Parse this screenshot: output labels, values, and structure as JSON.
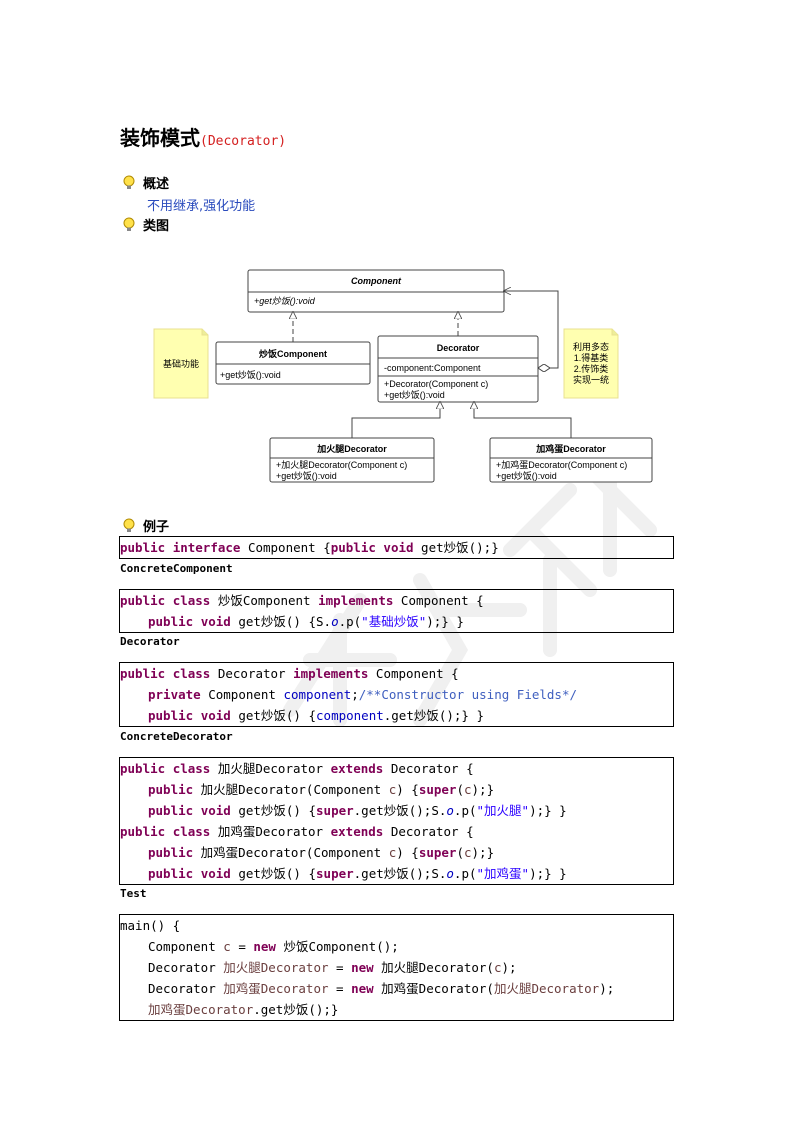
{
  "title": {
    "main": "装饰模式",
    "sub": "(Decorator)"
  },
  "sections": {
    "overview": "概述",
    "overview_text": "不用继承,强化功能",
    "class_diagram": "类图",
    "example": "例子"
  },
  "diagram": {
    "component": {
      "name": "Component",
      "method": "+get炒饭():void"
    },
    "concrete": {
      "name": "炒饭Component",
      "method": "+get炒饭():void"
    },
    "decorator": {
      "name": "Decorator",
      "field": "-component:Component",
      "ctor": "+Decorator(Component c)",
      "method": "+get炒饭():void"
    },
    "ham": {
      "name": "加火腿Decorator",
      "ctor": "+加火腿Decorator(Component c)",
      "method": "+get炒饭():void"
    },
    "egg": {
      "name": "加鸡蛋Decorator",
      "ctor": "+加鸡蛋Decorator(Component c)",
      "method": "+get炒饭():void"
    },
    "note_left": "基础功能",
    "note_right": [
      "利用多态",
      "1.得基类",
      "2.传饰类",
      "实现一统"
    ]
  },
  "labels": {
    "concrete_component": "ConcreteComponent",
    "decorator": "Decorator",
    "concrete_decorator": "ConcreteDecorator",
    "test": "Test"
  },
  "code": {
    "interface": {
      "k1": "public",
      "k2": "interface",
      "t1": " Component {",
      "k3": "public",
      "k4": "void",
      "t2": " get炒饭();}"
    },
    "cc1": {
      "k1": "public",
      "k2": "class",
      "t1": " 炒饭Component ",
      "k3": "implements",
      "t2": " Component {"
    },
    "cc2": {
      "k1": "public",
      "k2": "void",
      "t1": " get炒饭() {S.",
      "o": "o",
      "t2": ".p(",
      "s": "\"基础炒饭\"",
      "t3": ");} }"
    },
    "d1": {
      "k1": "public",
      "k2": "class",
      "t1": " Decorator ",
      "k3": "implements",
      "t2": " Component {"
    },
    "d2": {
      "k1": "private",
      "t1": " Component ",
      "f": "component",
      "t2": ";",
      "c": "/**Constructor using Fields*/"
    },
    "d3": {
      "k1": "public",
      "k2": "void",
      "t1": " get炒饭() {",
      "f": "component",
      "t2": ".get炒饭();} }"
    },
    "h1": {
      "k1": "public",
      "k2": "class",
      "t1": " 加火腿Decorator ",
      "k3": "extends",
      "t2": " Decorator {"
    },
    "h2": {
      "k1": "public",
      "t1": " 加火腿Decorator(Component ",
      "v": "c",
      "t2": ") {",
      "k2": "super",
      "t3": "(",
      "v2": "c",
      "t4": ");}"
    },
    "h3": {
      "k1": "public",
      "k2": "void",
      "t1": " get炒饭() {",
      "k3": "super",
      "t2": ".get炒饭();S.",
      "o": "o",
      "t3": ".p(",
      "s": "\"加火腿\"",
      "t4": ");} }"
    },
    "e1": {
      "k1": "public",
      "k2": "class",
      "t1": " 加鸡蛋Decorator ",
      "k3": "extends",
      "t2": " Decorator {"
    },
    "e2": {
      "k1": "public",
      "t1": " 加鸡蛋Decorator(Component ",
      "v": "c",
      "t2": ") {",
      "k2": "super",
      "t3": "(",
      "v2": "c",
      "t4": ");}"
    },
    "e3": {
      "k1": "public",
      "k2": "void",
      "t1": " get炒饭() {",
      "k3": "super",
      "t2": ".get炒饭();S.",
      "o": "o",
      "t3": ".p(",
      "s": "\"加鸡蛋\"",
      "t4": ");} }"
    },
    "t1": "main() {",
    "t2": {
      "t1": "Component ",
      "v": "c",
      "t2": " = ",
      "k": "new",
      "t3": " 炒饭Component();"
    },
    "t3": {
      "t1": "Decorator ",
      "v": "加火腿Decorator",
      "t2": " = ",
      "k": "new",
      "t3": " 加火腿Decorator(",
      "v2": "c",
      "t4": ");"
    },
    "t4": {
      "t1": "Decorator ",
      "v": "加鸡蛋Decorator",
      "t2": " = ",
      "k": "new",
      "t3": " 加鸡蛋Decorator(",
      "v2": "加火腿Decorator",
      "t4": ");"
    },
    "t5": {
      "v": "加鸡蛋Decorator",
      "t1": ".get炒饭();}"
    }
  },
  "colors": {
    "keyword": "#7f0055",
    "string": "#2a00ff",
    "field": "#0000c0",
    "comment": "#3f5fbf",
    "note": "#ffffb0",
    "title_sub": "#d42020"
  }
}
